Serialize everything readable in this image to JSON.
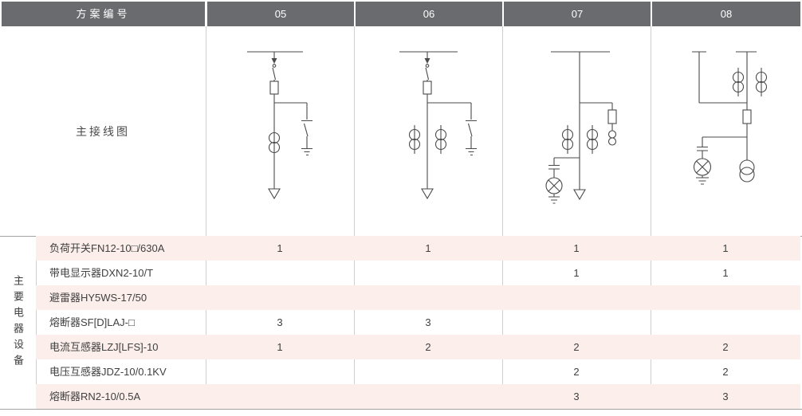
{
  "colors": {
    "header_bg": "#696b6e",
    "header_text": "#ffffff",
    "row_pink": "#fcefeb",
    "separator": "#cfcfcf",
    "border": "#a3a3a3",
    "text": "#404040",
    "diagram_stroke": "#4a4a4a"
  },
  "header": {
    "scheme_label": "方案编号",
    "schemes": [
      "05",
      "06",
      "07",
      "08"
    ]
  },
  "diagram_row": {
    "label": "主接线图",
    "diagrams": [
      {
        "scheme": "05",
        "elements": [
          "busbar",
          "load-switch",
          "fuse",
          "current-transformer",
          "earthing-switch",
          "ground",
          "feeder-arrow"
        ]
      },
      {
        "scheme": "06",
        "elements": [
          "busbar",
          "load-switch",
          "fuse",
          "current-transformer",
          "current-transformer",
          "earthing-switch",
          "ground",
          "feeder-arrow"
        ]
      },
      {
        "scheme": "07",
        "elements": [
          "busbar",
          "fuse",
          "voltage-transformer",
          "current-transformer",
          "current-transformer",
          "capacitor",
          "indicator-lamp",
          "ground",
          "feeder-arrow"
        ]
      },
      {
        "scheme": "08",
        "elements": [
          "busbar",
          "busbar",
          "current-transformer",
          "current-transformer",
          "fuse",
          "capacitor",
          "indicator-lamp",
          "ground",
          "voltage-transformer"
        ]
      }
    ]
  },
  "equipment": {
    "side_label": "主要电器设备",
    "rows": [
      {
        "name": "负荷开关FN12-10□/630A",
        "quantities": [
          "1",
          "1",
          "1",
          "1"
        ]
      },
      {
        "name": "带电显示器DXN2-10/T",
        "quantities": [
          "",
          "",
          "1",
          "1"
        ]
      },
      {
        "name": "避雷器HY5WS-17/50",
        "quantities": [
          "",
          "",
          "",
          ""
        ]
      },
      {
        "name": "熔断器SF[D]LAJ-□",
        "quantities": [
          "3",
          "3",
          "",
          ""
        ]
      },
      {
        "name": "电流互感器LZJ[LFS]-10",
        "quantities": [
          "1",
          "2",
          "2",
          "2"
        ]
      },
      {
        "name": "电压互感器JDZ-10/0.1KV",
        "quantities": [
          "",
          "",
          "2",
          "2"
        ]
      },
      {
        "name": "熔断器RN2-10/0.5A",
        "quantities": [
          "",
          "",
          "3",
          "3"
        ]
      }
    ]
  }
}
